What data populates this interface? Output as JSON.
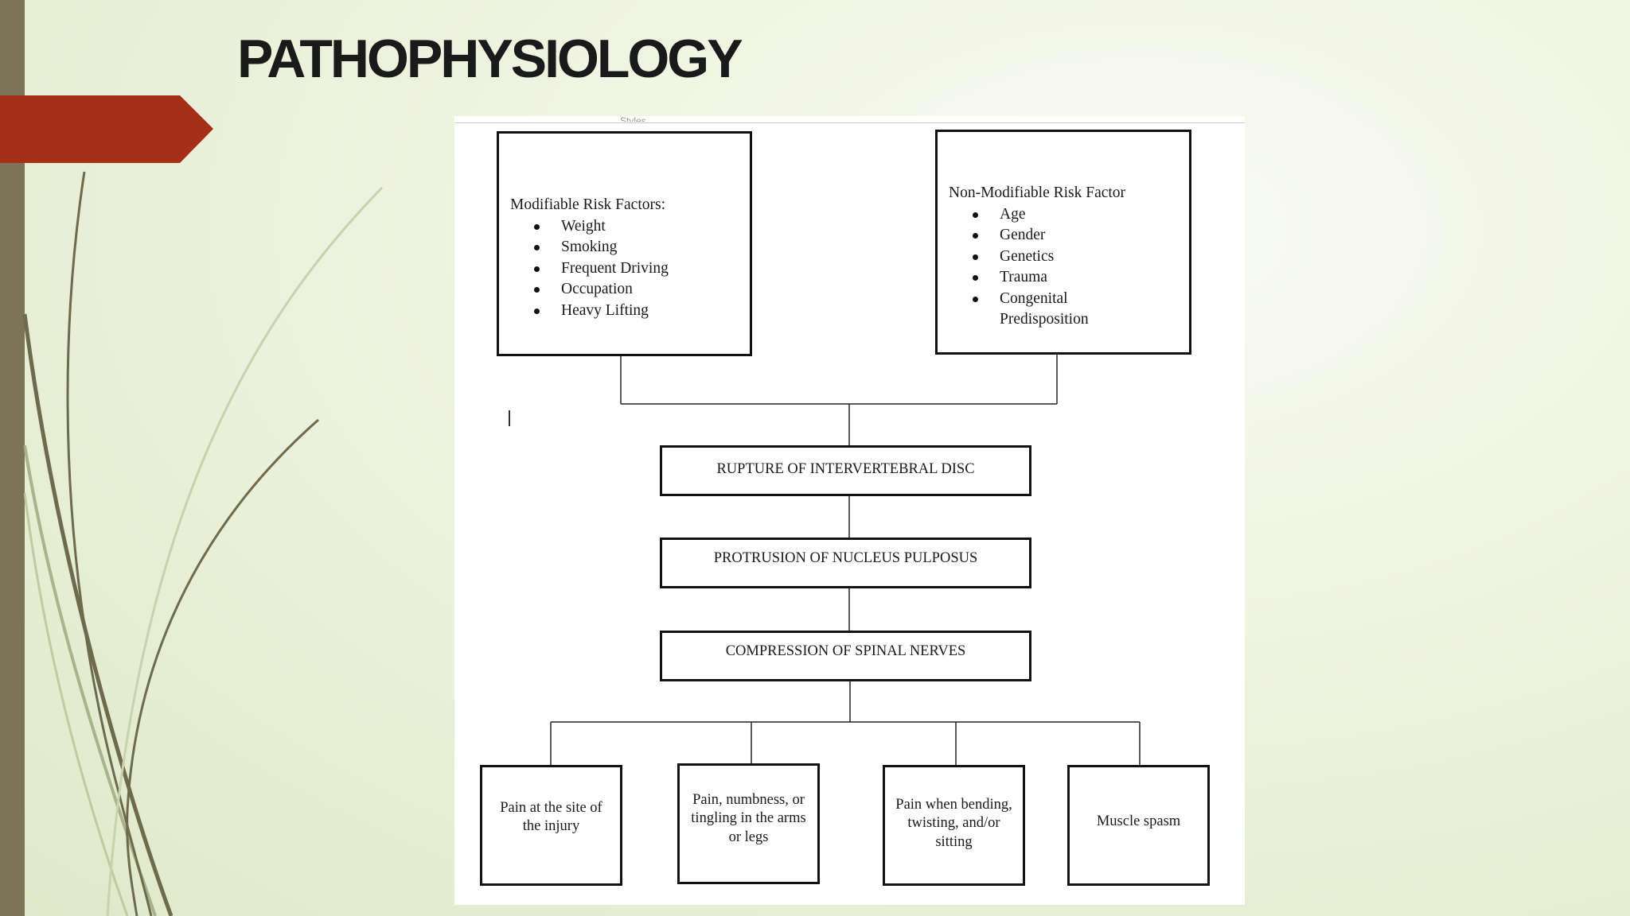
{
  "slide": {
    "title": "PATHOPHYSIOLOGY",
    "accent_color": "#a52f17",
    "bar_color": "#7d7458"
  },
  "diagram": {
    "header_stub": "Styles",
    "modifiable": {
      "heading": "Modifiable Risk Factors:",
      "items": [
        "Weight",
        "Smoking",
        "Frequent Driving",
        "Occupation",
        "Heavy Lifting"
      ]
    },
    "non_modifiable": {
      "heading": "Non-Modifiable Risk Factor",
      "items": [
        "Age",
        "Gender",
        "Genetics",
        "Trauma",
        "Congenital Predisposition"
      ]
    },
    "flow": [
      "RUPTURE OF INTERVERTEBRAL DISC",
      "PROTRUSION OF NUCLEUS PULPOSUS",
      "COMPRESSION OF SPINAL NERVES"
    ],
    "effects": [
      "Pain at the site of the injury",
      "Pain, numbness, or tingling in the arms or legs",
      "Pain when bending, twisting, and/or sitting",
      "Muscle spasm"
    ]
  }
}
